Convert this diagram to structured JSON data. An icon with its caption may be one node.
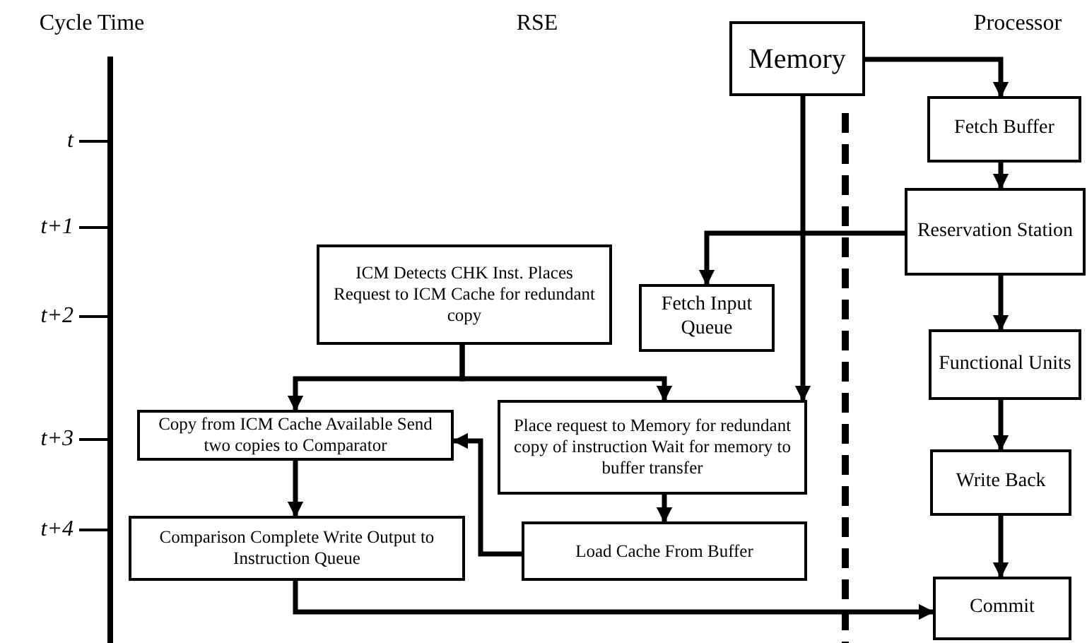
{
  "diagram": {
    "nodes": [
      {
        "text": [
          "Memory"
        ]
      },
      {
        "text": [
          "Fetch Buffer"
        ]
      },
      {
        "text": [
          "Reservation Station"
        ]
      },
      {
        "text": [
          "ICM Detects CHK Inst. Places Request to ICM Cache for redundant copy"
        ]
      },
      {
        "text": [
          "Fetch Input Queue"
        ]
      },
      {
        "text": [
          "Functional Units"
        ]
      },
      {
        "text": [
          "Copy from ICM Cache Available Send two copies to Comparator"
        ]
      },
      {
        "text": [
          "Place request to Memory for redundant copy of instruction Wait for memory to buffer transfer"
        ]
      },
      {
        "text": [
          "Write Back"
        ]
      },
      {
        "text": [
          "Comparison Complete Write Output to Instruction Queue"
        ]
      },
      {
        "text": [
          "Load Cache From Buffer"
        ]
      },
      {
        "text": [
          "Commit"
        ]
      }
    ],
    "edges": [
      {
        "from": 0,
        "to": 1,
        "arrow": "to"
      },
      {
        "from": 1,
        "to": 2,
        "arrow": "to"
      },
      {
        "from": 2,
        "to": 4,
        "arrow": "to"
      },
      {
        "from": 0,
        "to": 7,
        "arrow": "to"
      },
      {
        "from": 2,
        "to": 5,
        "arrow": "to"
      },
      {
        "from": 3,
        "to": 6,
        "arrow": "to"
      },
      {
        "from": 3,
        "to": 7,
        "arrow": "to"
      },
      {
        "from": 5,
        "to": 8,
        "arrow": "to"
      },
      {
        "from": 8,
        "to": 11,
        "arrow": "to"
      },
      {
        "from": 7,
        "to": 10,
        "arrow": "to"
      },
      {
        "from": 10,
        "to": 6,
        "arrow": "to"
      },
      {
        "from": 6,
        "to": 9,
        "arrow": "to"
      },
      {
        "from": 9,
        "to": 11,
        "arrow": "to"
      }
    ],
    "labels": [
      "Cycle Time",
      "RSE",
      "Processor",
      "t",
      "t+1",
      "t+2",
      "t+3",
      "t+4"
    ]
  }
}
